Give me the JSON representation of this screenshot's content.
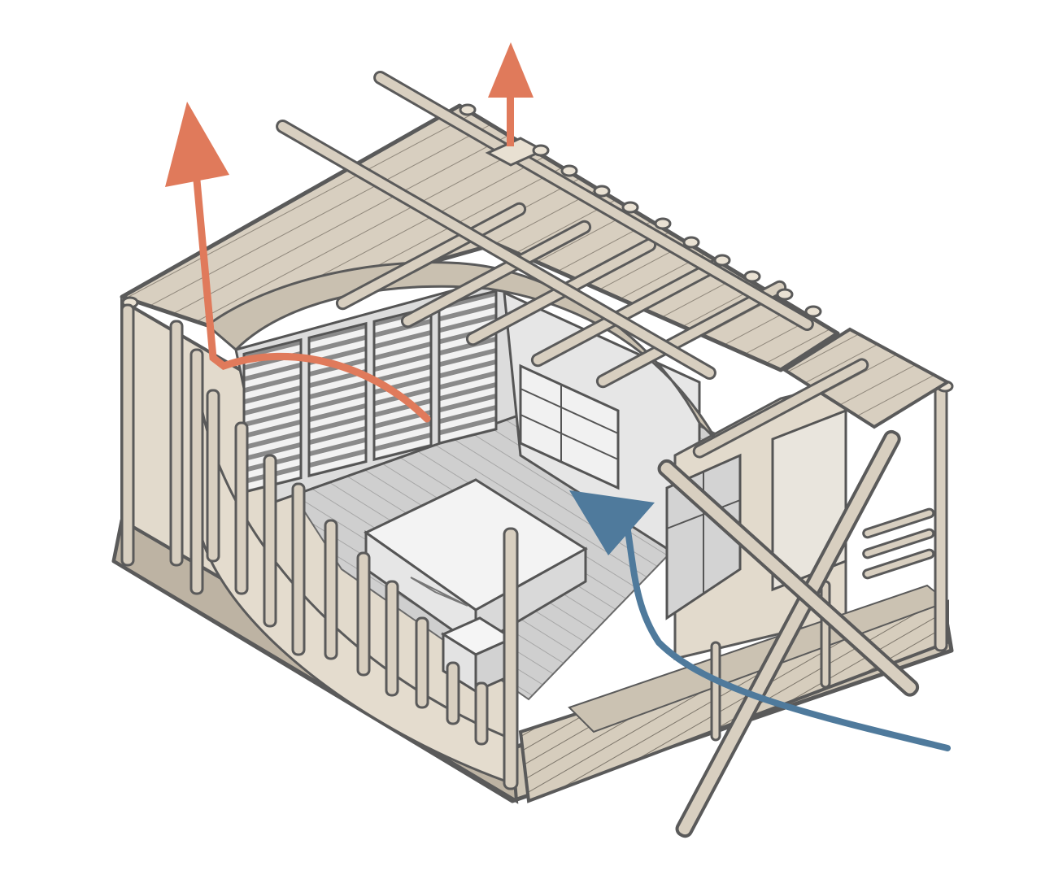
{
  "diagram": {
    "subject": "bamboo-cabin-ventilation-cutaway",
    "palette": {
      "background": "#ffffff",
      "outline": "#5a5a5a",
      "bamboo": "#d8cfc0",
      "bamboo_dark": "#bdb3a3",
      "wall_panel": "#e2dacc",
      "interior": "#d7d7d7",
      "furniture": "#efefef",
      "warm_air_arrow": "#e07a5b",
      "cool_air_arrow": "#4f7a9c"
    },
    "icons": [
      "warm-air-exhaust-arrow",
      "roof-vent-arrow",
      "cool-air-intake-arrow"
    ]
  }
}
